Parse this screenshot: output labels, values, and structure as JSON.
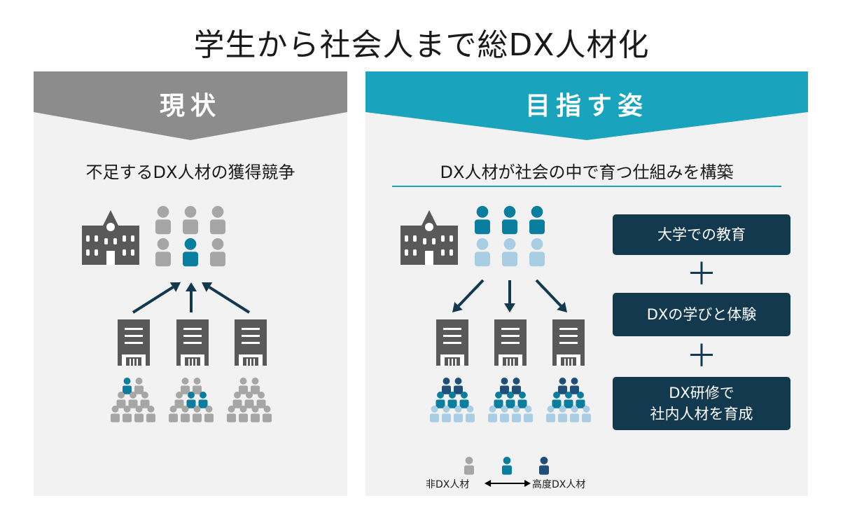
{
  "title": "学生から社会人まで総DX人材化",
  "current": {
    "label": "現状",
    "subtitle": "不足するDX人材の獲得競争"
  },
  "target": {
    "label": "目指す姿",
    "subtitle": "DX人材が社会の中で育つ仕組みを構築",
    "steps": [
      "大学での教育",
      "DXの学びと体験",
      "DX研修で\n社内人材を育成"
    ],
    "plus": "＋"
  },
  "legend": {
    "left_label": "非DX人材",
    "right_label": "高度DX人材"
  },
  "colors": {
    "gray_banner": "#8c8c8c",
    "teal_banner": "#1aa3bd",
    "panel": "#f2f2f2",
    "building": "#595959",
    "person_gray": "#a6a6a6",
    "person_teal": "#0a7e9e",
    "person_dark": "#1f4e79",
    "person_light": "#a9cde3",
    "arrow": "#13394f"
  }
}
